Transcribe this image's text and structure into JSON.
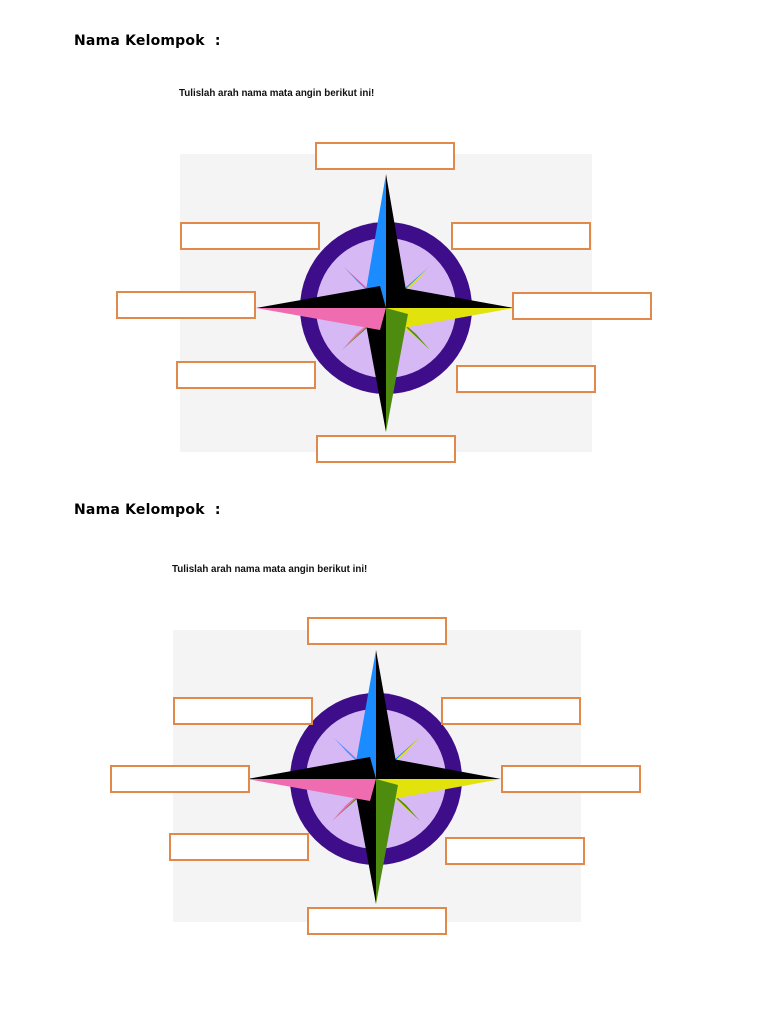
{
  "worksheets": [
    {
      "group_label": "Nama Kelompok  :",
      "instruction": "Tulislah arah nama mata angin berikut ini!",
      "answer_values": [
        "",
        "",
        "",
        "",
        "",
        "",
        "",
        ""
      ]
    },
    {
      "group_label": "Nama Kelompok  :",
      "instruction": "Tulislah arah nama mata angin berikut ini!",
      "answer_values": [
        "",
        "",
        "",
        "",
        "",
        "",
        "",
        ""
      ]
    }
  ],
  "colors": {
    "box_border": "#e0894a",
    "figure_background": "#f4f4f4",
    "ring_outer": "#3e0d8a",
    "ring_inner": "#d6b8f5",
    "north_point": "#1a8cff",
    "east_point": "#e2e20c",
    "south_point": "#4e8c10",
    "west_point": "#f06cb0",
    "point_shadow": "#000000"
  }
}
